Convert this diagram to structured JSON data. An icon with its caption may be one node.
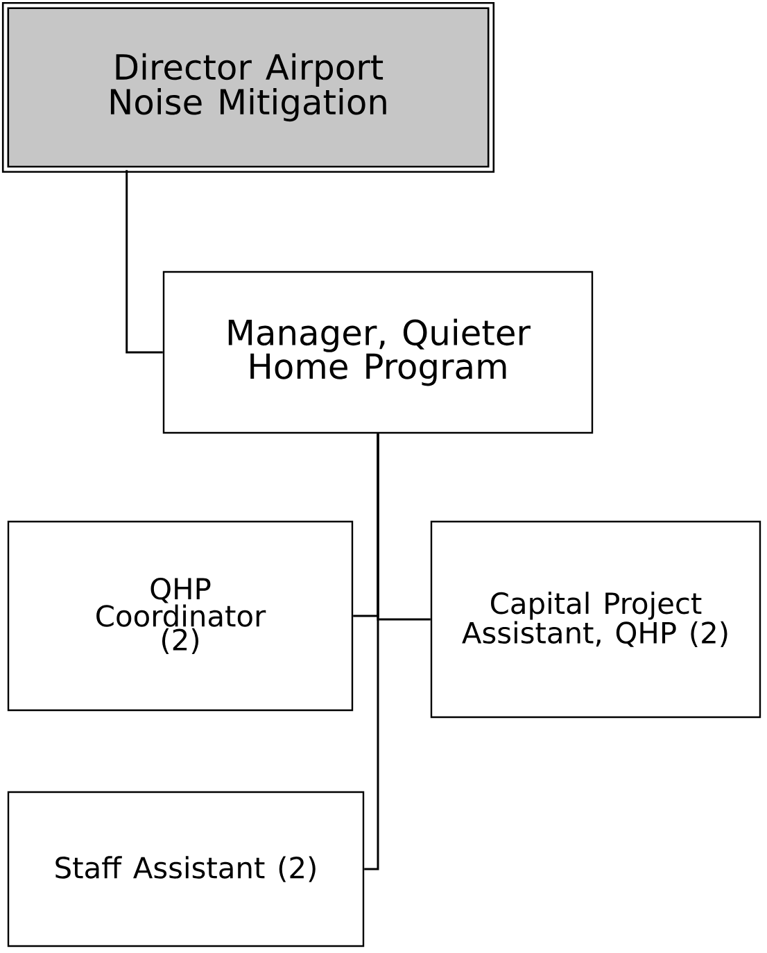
{
  "diagram": {
    "nodes": [
      {
        "text": [
          "Director Airport Noise Mitigation"
        ]
      },
      {
        "text": [
          "Manager, Quieter Home Program"
        ]
      },
      {
        "text": [
          "QHP Coordinator (2)"
        ]
      },
      {
        "text": [
          "Capital Project Assistant, QHP (2)"
        ]
      },
      {
        "text": [
          "Staff Assistant (2)"
        ]
      }
    ],
    "edges": [
      {
        "from": 0,
        "to": 1,
        "arrow": "none"
      },
      {
        "from": 1,
        "to": 2,
        "arrow": "none"
      },
      {
        "from": 1,
        "to": 3,
        "arrow": "none"
      },
      {
        "from": 1,
        "to": 4,
        "arrow": "none"
      }
    ]
  }
}
